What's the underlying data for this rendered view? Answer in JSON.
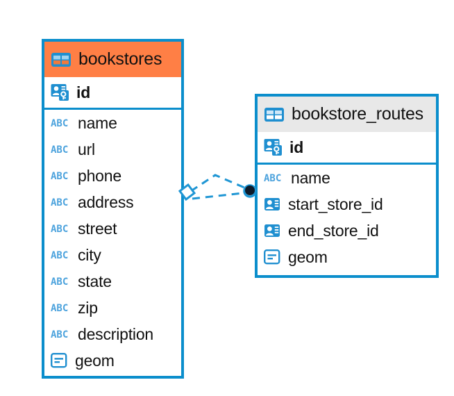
{
  "diagram": {
    "type": "er-diagram",
    "colors": {
      "border": "#0b8ecc",
      "selected_header": "#ff7f45",
      "unselected_header": "#e8e8e8",
      "icon_blue": "#1f8fd0",
      "abc_blue": "#4da3dd",
      "text": "#111111",
      "connector_dash": "#1f96d4",
      "connector_endpoint": "#0d1b2a"
    },
    "entities": [
      {
        "name": "bookstores",
        "selected": true,
        "icon": "table-icon",
        "primary_key": {
          "label": "id",
          "icon": "primary-key-icon"
        },
        "fields": [
          {
            "label": "name",
            "icon": "abc-text-icon"
          },
          {
            "label": "url",
            "icon": "abc-text-icon"
          },
          {
            "label": "phone",
            "icon": "abc-text-icon"
          },
          {
            "label": "address",
            "icon": "abc-text-icon"
          },
          {
            "label": "street",
            "icon": "abc-text-icon"
          },
          {
            "label": "city",
            "icon": "abc-text-icon"
          },
          {
            "label": "state",
            "icon": "abc-text-icon"
          },
          {
            "label": "zip",
            "icon": "abc-text-icon"
          },
          {
            "label": "description",
            "icon": "abc-text-icon"
          },
          {
            "label": "geom",
            "icon": "geometry-icon"
          }
        ]
      },
      {
        "name": "bookstore_routes",
        "selected": false,
        "icon": "table-icon",
        "primary_key": {
          "label": "id",
          "icon": "primary-key-icon"
        },
        "fields": [
          {
            "label": "name",
            "icon": "abc-text-icon"
          },
          {
            "label": "start_store_id",
            "icon": "foreign-key-icon"
          },
          {
            "label": "end_store_id",
            "icon": "foreign-key-icon"
          },
          {
            "label": "geom",
            "icon": "geometry-icon"
          }
        ]
      }
    ],
    "relationship": {
      "source_endpoint": "diamond",
      "target_endpoint": "filled-circle",
      "line_style": "dashed",
      "branches": 2
    }
  }
}
